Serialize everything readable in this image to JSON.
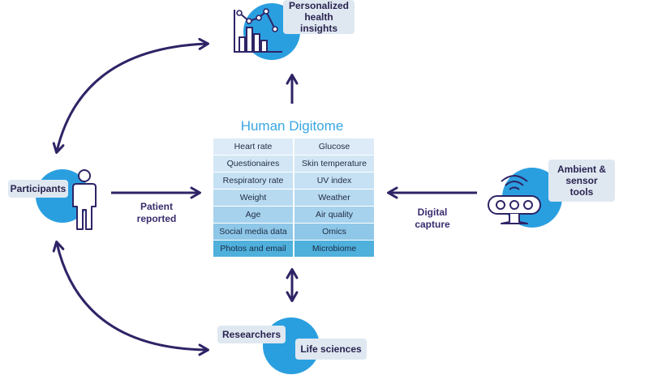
{
  "title": "Human Digitome",
  "digitome": {
    "left_column": [
      "Heart rate",
      "Questionaires",
      "Respiratory rate",
      "Weight",
      "Age",
      "Social media data",
      "Photos and email"
    ],
    "right_column": [
      "Glucose",
      "Skin temperature",
      "UV index",
      "Weather",
      "Air quality",
      "Omics",
      "Microbiome"
    ]
  },
  "nodes": {
    "insights": "Personalized health insights",
    "participants": "Participants",
    "sensors": "Ambient & sensor tools",
    "researchers": "Researchers",
    "life_sciences": "Life sciences"
  },
  "flows": {
    "patient_reported": "Patient reported",
    "digital_capture": "Digital capture"
  },
  "colors": {
    "accent_blue": "#2a9fe0",
    "arrow_purple": "#2e2466",
    "label_bg": "#dfe8f1",
    "title_blue": "#38a6e2"
  }
}
